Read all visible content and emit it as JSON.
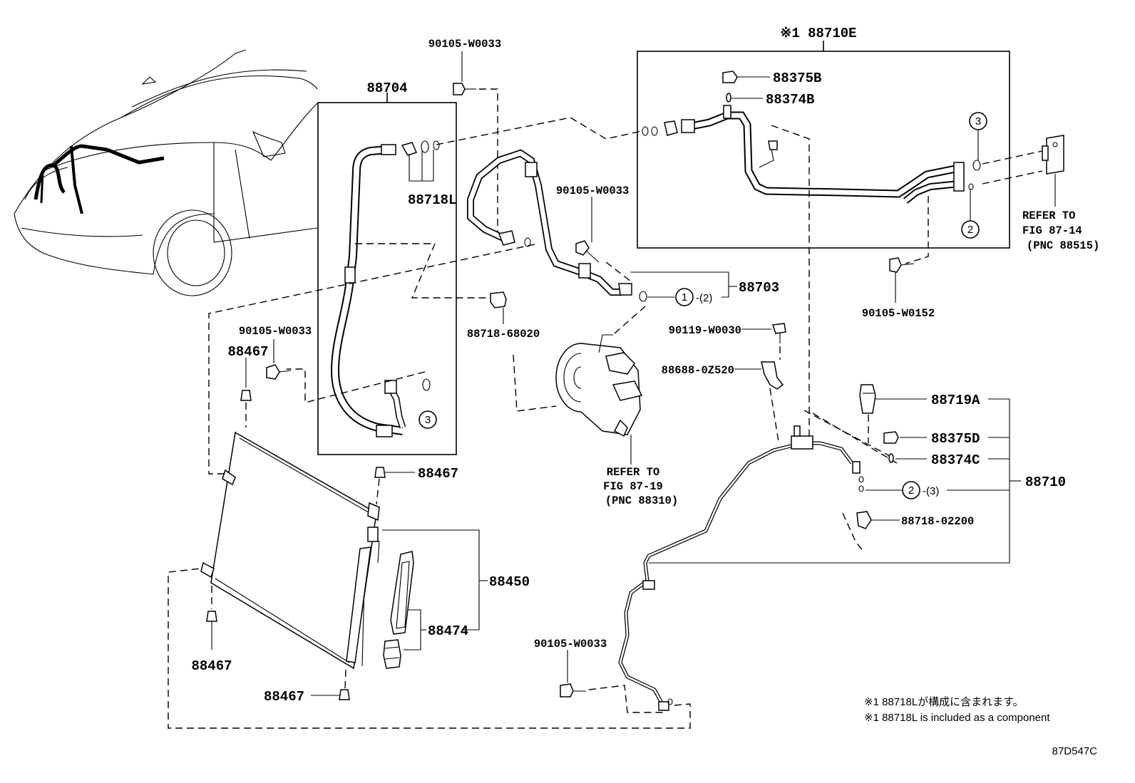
{
  "diagram": {
    "group_labels": {
      "assembly_88710E": "※1 88710E",
      "hose_88704": "88704",
      "hose_88703": "88703",
      "tube_88710": "88710",
      "condenser_88450": "88450",
      "filter_88474": "88474"
    },
    "part_labels": {
      "p88375B": "88375B",
      "p88374B": "88374B",
      "p88718L": "88718L",
      "p90105_top": "90105-W0033",
      "p90105_mid": "90105-W0033",
      "p90105_left": "90105-W0033",
      "p90105_bottom": "90105-W0033",
      "p90105_W0152": "90105-W0152",
      "p90119_W0030": "90119-W0030",
      "p88688_0Z520": "88688-0Z520",
      "p88718_68020": "88718-68020",
      "p88467_a": "88467",
      "p88467_b": "88467",
      "p88467_c": "88467",
      "p88467_d": "88467",
      "p88719A": "88719A",
      "p88375D": "88375D",
      "p88374C": "88374C",
      "p88718_02200": "88718-02200"
    },
    "callouts": {
      "c1": "1",
      "c1_qty": "-(2)",
      "c2_lower": "2",
      "c2_lower_qty": "-(3)",
      "c2_upper": "2",
      "c3_upper": "3",
      "c3_hose": "3"
    },
    "refer_notes": {
      "fig_87_14": {
        "line1": "REFER TO",
        "line2": "FIG 87-14",
        "line3": "(PNC 88515)"
      },
      "fig_87_19": {
        "line1": "REFER TO",
        "line2": "FIG 87-19",
        "line3": "(PNC 88310)"
      }
    },
    "footnotes": {
      "jp": "※1 88718Lが構成に含まれます。",
      "en": "※1 88718L is included as a component"
    },
    "figure_id": "87D547C"
  }
}
